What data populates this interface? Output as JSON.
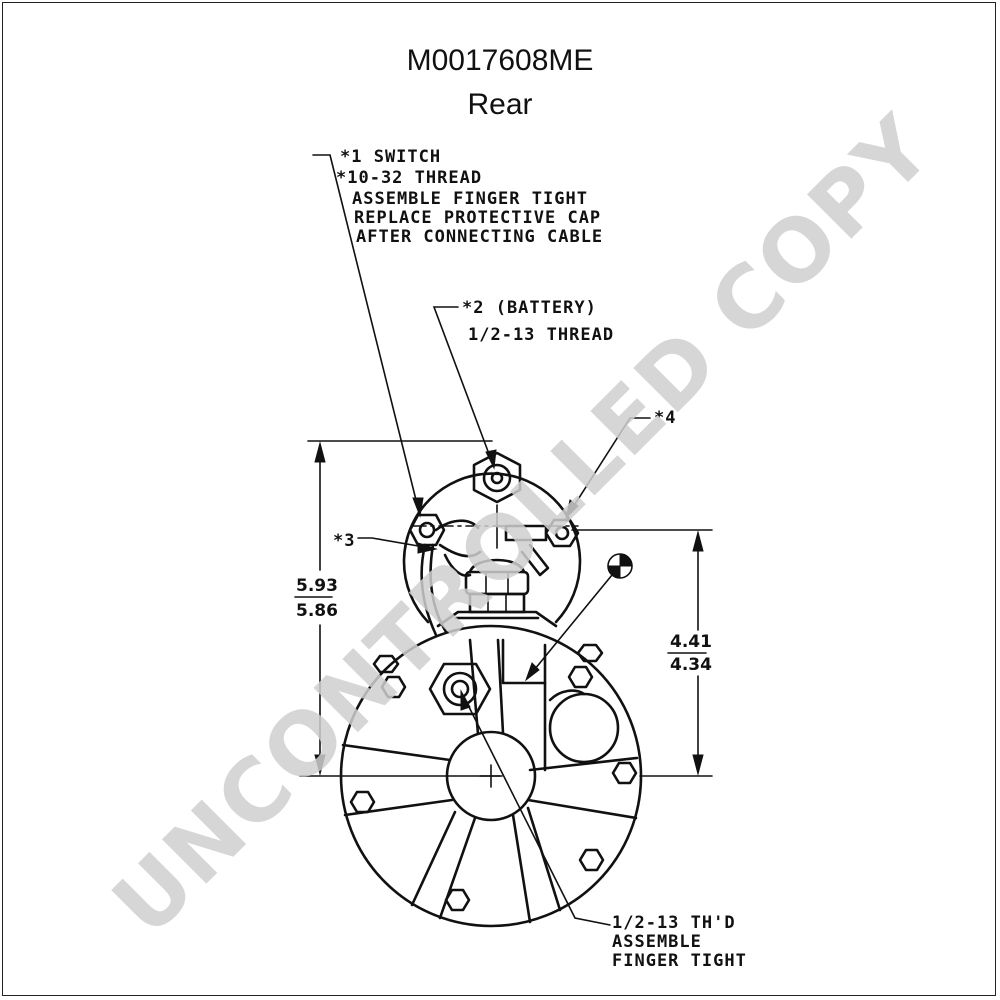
{
  "drawing": {
    "part_number": "M0017608ME",
    "view": "Rear"
  },
  "notes": {
    "switch": {
      "lines": [
        "*1 SWITCH",
        "*10-32 THREAD",
        "ASSEMBLE FINGER TIGHT",
        "REPLACE PROTECTIVE CAP",
        "AFTER CONNECTING CABLE"
      ]
    },
    "battery": {
      "lines": [
        "*2 (BATTERY)",
        "1/2-13 THREAD"
      ]
    },
    "terminal3": "*3",
    "terminal4": "*4",
    "mount_thread": {
      "lines": [
        "1/2-13 TH'D",
        "ASSEMBLE",
        "FINGER TIGHT"
      ]
    }
  },
  "dimensions": {
    "overall_height": {
      "max": "5.93",
      "min": "5.86"
    },
    "center_height": {
      "max": "4.41",
      "min": "4.34"
    }
  },
  "watermark": "UNCONTROLLED COPY",
  "colors": {
    "ink": "#111111",
    "watermark": "#cfcfcf",
    "background": "#ffffff"
  }
}
